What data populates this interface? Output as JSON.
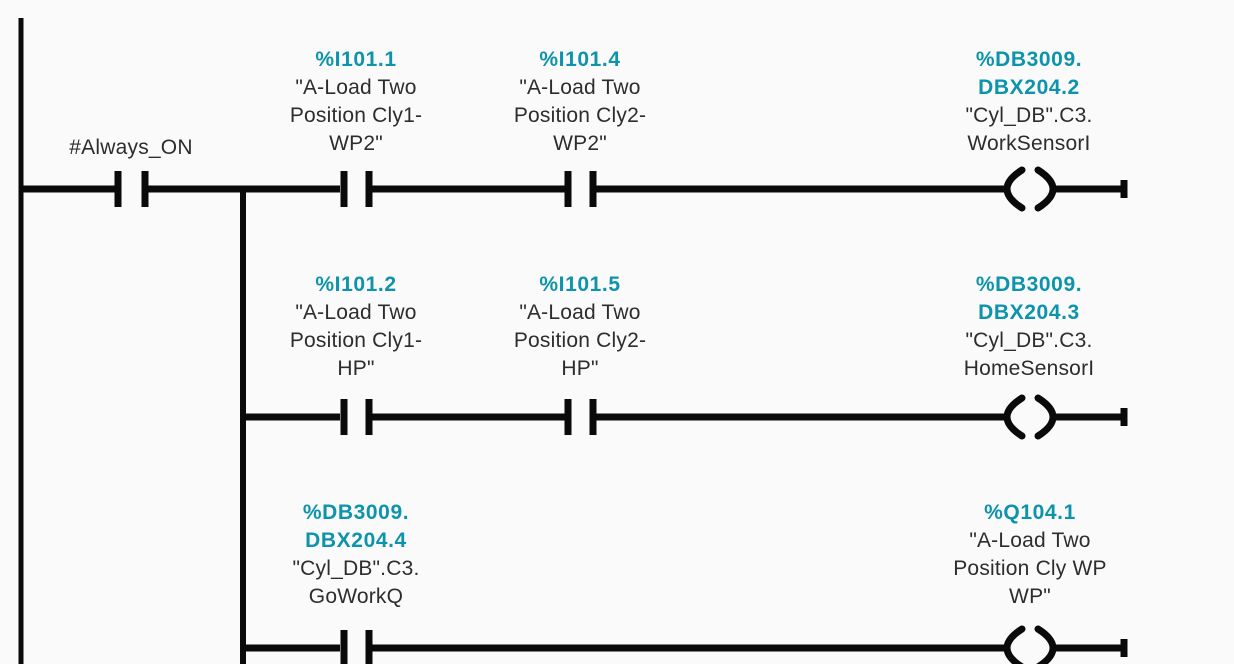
{
  "colors": {
    "background": "#FAFAFA",
    "wire": "#0A0A0A",
    "operand_address": "#0D94AC",
    "operand_name": "#2D2D2D"
  },
  "ladder": {
    "always_on": {
      "label": "#Always_ON"
    },
    "rung1": {
      "contact1": {
        "address": "%I101.1",
        "name_lines": [
          "\"A-Load Two",
          "Position Cly1-",
          "WP2\""
        ]
      },
      "contact2": {
        "address": "%I101.4",
        "name_lines": [
          "\"A-Load Two",
          "Position Cly2-",
          "WP2\""
        ]
      },
      "coil": {
        "address_lines": [
          "%DB3009.",
          "DBX204.2"
        ],
        "name_lines": [
          "\"Cyl_DB\".C3.",
          "WorkSensorI"
        ]
      }
    },
    "rung2": {
      "contact1": {
        "address": "%I101.2",
        "name_lines": [
          "\"A-Load Two",
          "Position Cly1-",
          "HP\""
        ]
      },
      "contact2": {
        "address": "%I101.5",
        "name_lines": [
          "\"A-Load Two",
          "Position Cly2-",
          "HP\""
        ]
      },
      "coil": {
        "address_lines": [
          "%DB3009.",
          "DBX204.3"
        ],
        "name_lines": [
          "\"Cyl_DB\".C3.",
          "HomeSensorI"
        ]
      }
    },
    "rung3": {
      "contact1": {
        "address_lines": [
          "%DB3009.",
          "DBX204.4"
        ],
        "name_lines": [
          "\"Cyl_DB\".C3.",
          "GoWorkQ"
        ]
      },
      "coil": {
        "address": "%Q104.1",
        "name_lines": [
          "\"A-Load Two",
          "Position Cly WP",
          "WP\""
        ]
      }
    }
  }
}
